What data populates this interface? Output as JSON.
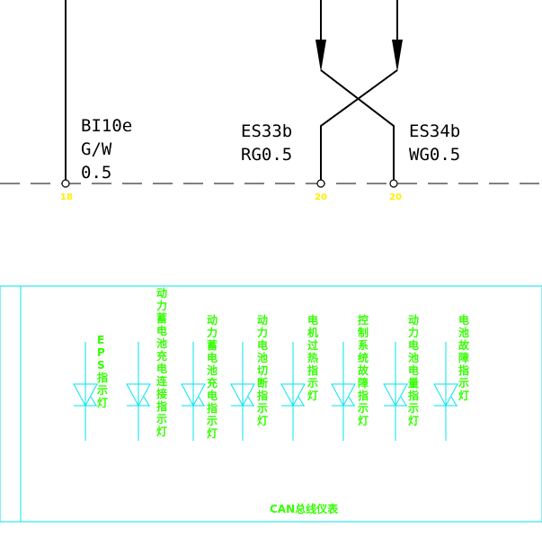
{
  "colors": {
    "wire": "#000000",
    "pin_number": "#ffee00",
    "frame": "#00e5ee",
    "indicator_text": "#33ff00"
  },
  "wires": [
    {
      "id": "bi10e",
      "code": "BI10e",
      "color_code": "G/W",
      "gauge": "0.5",
      "pin": "18"
    },
    {
      "id": "es33b",
      "code": "ES33b",
      "color_code": "RG0.5",
      "pin": "20"
    },
    {
      "id": "es34b",
      "code": "ES34b",
      "color_code": "WG0.5",
      "pin": "20"
    }
  ],
  "indicators": [
    {
      "label": "EPS指示灯"
    },
    {
      "label": "动力蓄电池充电连接指示灯"
    },
    {
      "label": "动力蓄电池充电指示灯"
    },
    {
      "label": "动力电池切断指示灯"
    },
    {
      "label": "电机过热指示灯"
    },
    {
      "label": "控制系统故障指示灯"
    },
    {
      "label": "动力电池电量指示灯"
    },
    {
      "label": "电池故障指示灯"
    }
  ],
  "can_label": "CAN总线仪表"
}
